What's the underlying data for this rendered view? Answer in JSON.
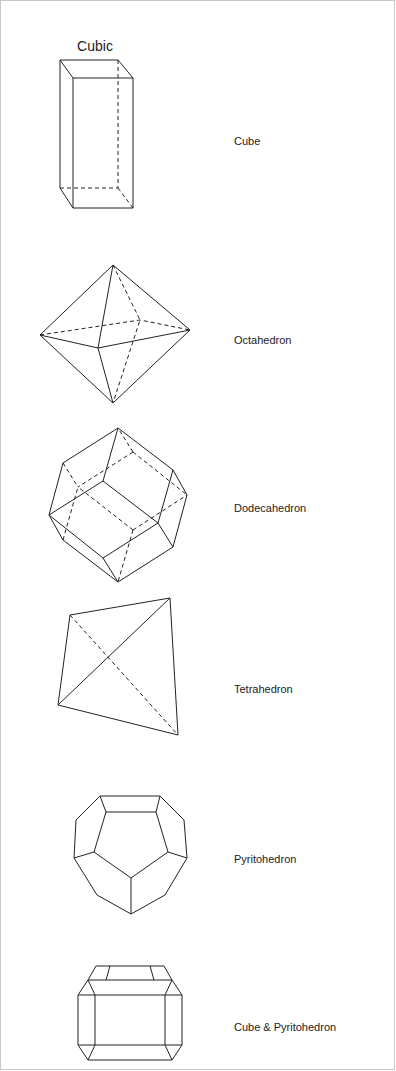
{
  "diagram": {
    "title": "Cubic",
    "labels": [
      "Cube",
      "Octahedron",
      "Dodecahedron",
      "Tetrahedron",
      "Pyritohedron",
      "Cube & Pyritohedron"
    ]
  }
}
